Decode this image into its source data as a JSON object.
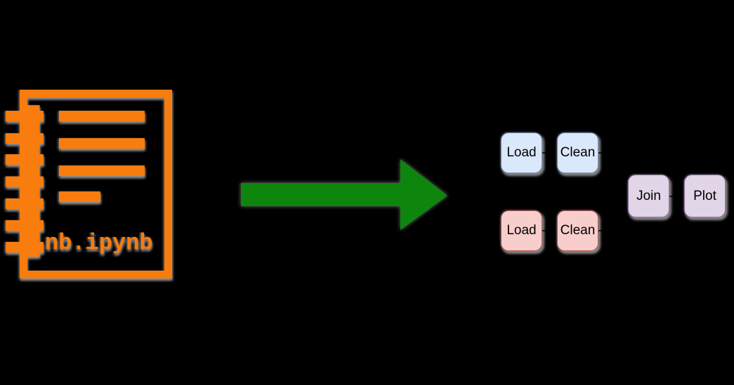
{
  "canvas": {
    "background": "#000000",
    "description": "Diagram: a Jupyter notebook file converted into a data pipeline DAG"
  },
  "notebook": {
    "icon": "spiral-notebook-icon",
    "label": "nb.ipynb",
    "color": "#F97C0E",
    "text_line_count": 4
  },
  "transform_arrow": {
    "icon": "right-arrow-icon",
    "color": "#0E860E",
    "direction": "right"
  },
  "pipeline": {
    "edge_color": "#000000",
    "nodes": [
      {
        "id": "load-top",
        "label": "Load",
        "fill": "#DAE8FC",
        "stroke": "#6C8EBF"
      },
      {
        "id": "clean-top",
        "label": "Clean",
        "fill": "#DAE8FC",
        "stroke": "#6C8EBF"
      },
      {
        "id": "load-bottom",
        "label": "Load",
        "fill": "#F8CECC",
        "stroke": "#B85450"
      },
      {
        "id": "clean-bottom",
        "label": "Clean",
        "fill": "#F8CECC",
        "stroke": "#B85450"
      },
      {
        "id": "join",
        "label": "Join",
        "fill": "#E1D5E7",
        "stroke": "#9673A6"
      },
      {
        "id": "plot",
        "label": "Plot",
        "fill": "#E1D5E7",
        "stroke": "#9673A6"
      }
    ],
    "edges": [
      {
        "from": "load-top",
        "to": "clean-top"
      },
      {
        "from": "load-bottom",
        "to": "clean-bottom"
      },
      {
        "from": "clean-top",
        "to": "join"
      },
      {
        "from": "clean-bottom",
        "to": "join"
      },
      {
        "from": "join",
        "to": "plot"
      }
    ]
  }
}
